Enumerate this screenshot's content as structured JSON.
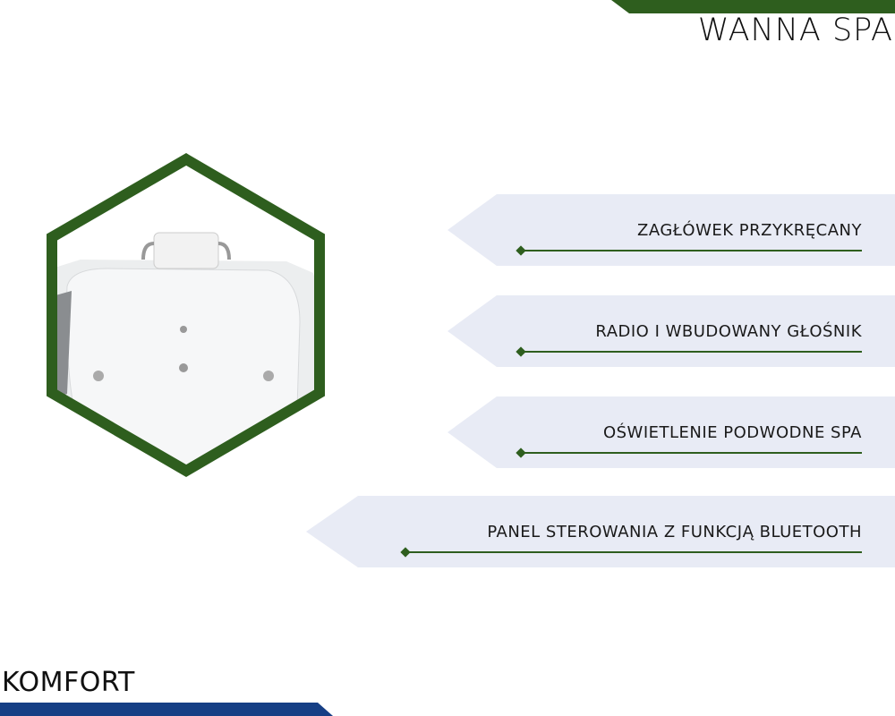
{
  "header": {
    "title": "WANNA SPA"
  },
  "footer": {
    "subtitle": "KOMFORT"
  },
  "colors": {
    "green": "#2e5e1e",
    "blue": "#163f85",
    "card": "#e8ebf5"
  },
  "features": [
    {
      "label": "ZAGŁÓWEK PRZYKRĘCANY"
    },
    {
      "label": "RADIO I WBUDOWANY GŁOŚNIK"
    },
    {
      "label": "OŚWIETLENIE PODWODNE SPA"
    },
    {
      "label": "PANEL STEROWANIA Z FUNKCJĄ BLUETOOTH"
    }
  ]
}
